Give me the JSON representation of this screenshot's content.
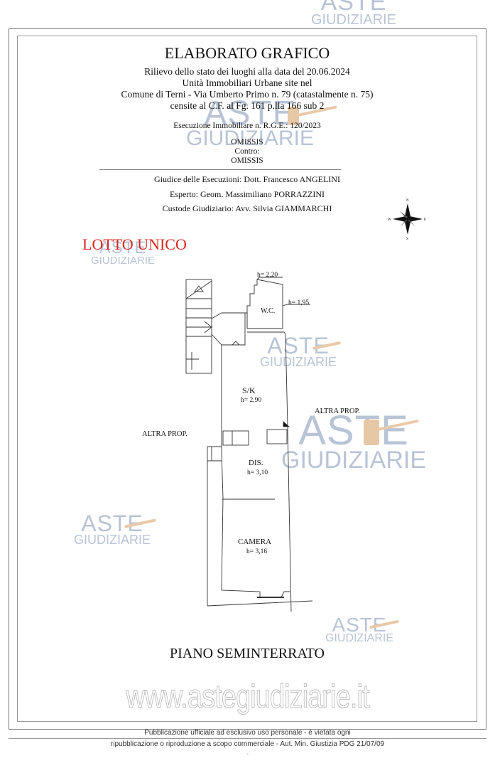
{
  "header": {
    "title": "ELABORATO GRAFICO",
    "lines": [
      "Rilievo dello stato dei luoghi alla data del 20.06.2024",
      "Unità Immobiliari Urbane site nel",
      "Comune di Terni  - Via Umberto Primo n. 79 (catastalmente n. 75)",
      "censite al C.F. al Fg. 161 p.lla 166 sub 2"
    ],
    "execution": "Esecuzione Immobiliare n. R.G.E.: 120/2023",
    "party1": "OMISSIS",
    "versus": "Contro:",
    "party2": "OMISSIS",
    "judge": "Giudice delle Esecuzioni: Dott. Francesco ANGELINI",
    "expert": "Esperto: Geom. Massimiliano PORRAZZINI",
    "custodian": "Custode Giudiziario: Avv. Silvia GIAMMARCHI"
  },
  "compass": {
    "n": "N",
    "s": "S",
    "e": "E",
    "w": "W"
  },
  "lot": {
    "title": "LOTTO UNICO",
    "color": "#d9261c"
  },
  "plan": {
    "rooms": [
      {
        "name": "W.C.",
        "height": ""
      },
      {
        "name": "S/K",
        "height": "h= 2,90"
      },
      {
        "name": "DIS.",
        "height": "h= 3,10"
      },
      {
        "name": "CAMERA",
        "height": "h= 3,16"
      }
    ],
    "heights": [
      "h= 2,20",
      "h= 1,95"
    ],
    "neighbors": [
      "ALTRA PROP.",
      "ALTRA PROP."
    ],
    "floor": "PIANO SEMINTERRATO"
  },
  "watermark": {
    "line1": "ASTE",
    "line2": "GIUDIZIARIE",
    "site": "www.astegiudiziarie.it"
  },
  "footer": {
    "line1": "Pubblicazione ufficiale ad esclusivo uso personale - è vietata ogni",
    "line2": "ripubblicazione o riproduzione a scopo commerciale - Aut. Min. Giustizia PDG 21/07/09",
    "line3": "-"
  }
}
